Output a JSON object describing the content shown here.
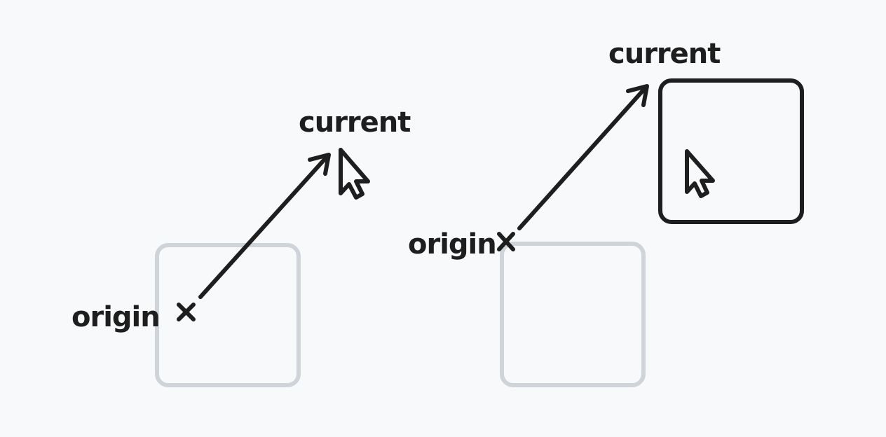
{
  "diagram": {
    "panels": [
      {
        "origin_label": "origin",
        "current_label": "current",
        "element_state": "original-position"
      },
      {
        "origin_label": "origin",
        "current_label": "current",
        "element_state": "moved-to-cursor"
      }
    ]
  },
  "colors": {
    "background": "#f8f9fa",
    "ink": "#1e1e1e",
    "ghost": "#ced4da"
  },
  "icons": {
    "cursor": "cursor-arrow-icon",
    "origin_marker": "cross-icon"
  }
}
